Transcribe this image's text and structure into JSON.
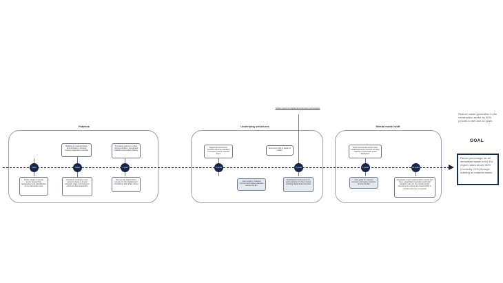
{
  "groups": {
    "patterns": {
      "title": "Patterns"
    },
    "underlying": {
      "title": "Underlying structures"
    },
    "mental": {
      "title": "Mental model shift"
    }
  },
  "timeline": {
    "markers": [
      "2024",
      "today",
      "1 year",
      "2 years",
      "3 years",
      "5 years",
      "10 years"
    ]
  },
  "cards": {
    "patterns_bottom_1": "Initiate stages of private sector research for digitalisation and classification of eco-demolition sites",
    "patterns_top_1": "Building as material banks demonstrators, showing industry integration potential",
    "patterns_bottom_2": "Research institutions start using the basis in AI and computer vision technology to automate data acquisition",
    "patterns_top_2": "Increasing interest in urban mining practices, recognised suitable construction industry",
    "patterns_bottom_3": "New private stakeholders prepare for the digitalisation of buildings and urban mining",
    "underlying_top_1": "Digital deconstruction practices become standard forecasting future material flows",
    "underlying_top_2": "Economic profit is easier to obtain",
    "underlying_bottom_1": "New goals for material recovery and waste reduction across the EU",
    "underlying_bottom_2": "Established infrastructure for early adoption of urban mining including digital deconstruction",
    "mental_top_1": "Public and private sector have established best practices for early majority of systematic event digitisation",
    "mental_bottom_1": "New goals for material recovery and waste reduction across the EU",
    "mental_bottom_2": "Regulations and implementation across EU have a significant precedent and basic adoption rates for the circular sector. Economic incentives are based within a circular economy ecosystem"
  },
  "linked_note": "Visible impact for digital deconstruction technologies",
  "goal": {
    "intro": "Reduce waste generation in the construction sector by 50% percent in the next 10 years",
    "label": "GOAL",
    "box_text": "Reuse percentage for all demolition waste in the EU region raises above 50% (Currently 23%) through building as material banks"
  }
}
